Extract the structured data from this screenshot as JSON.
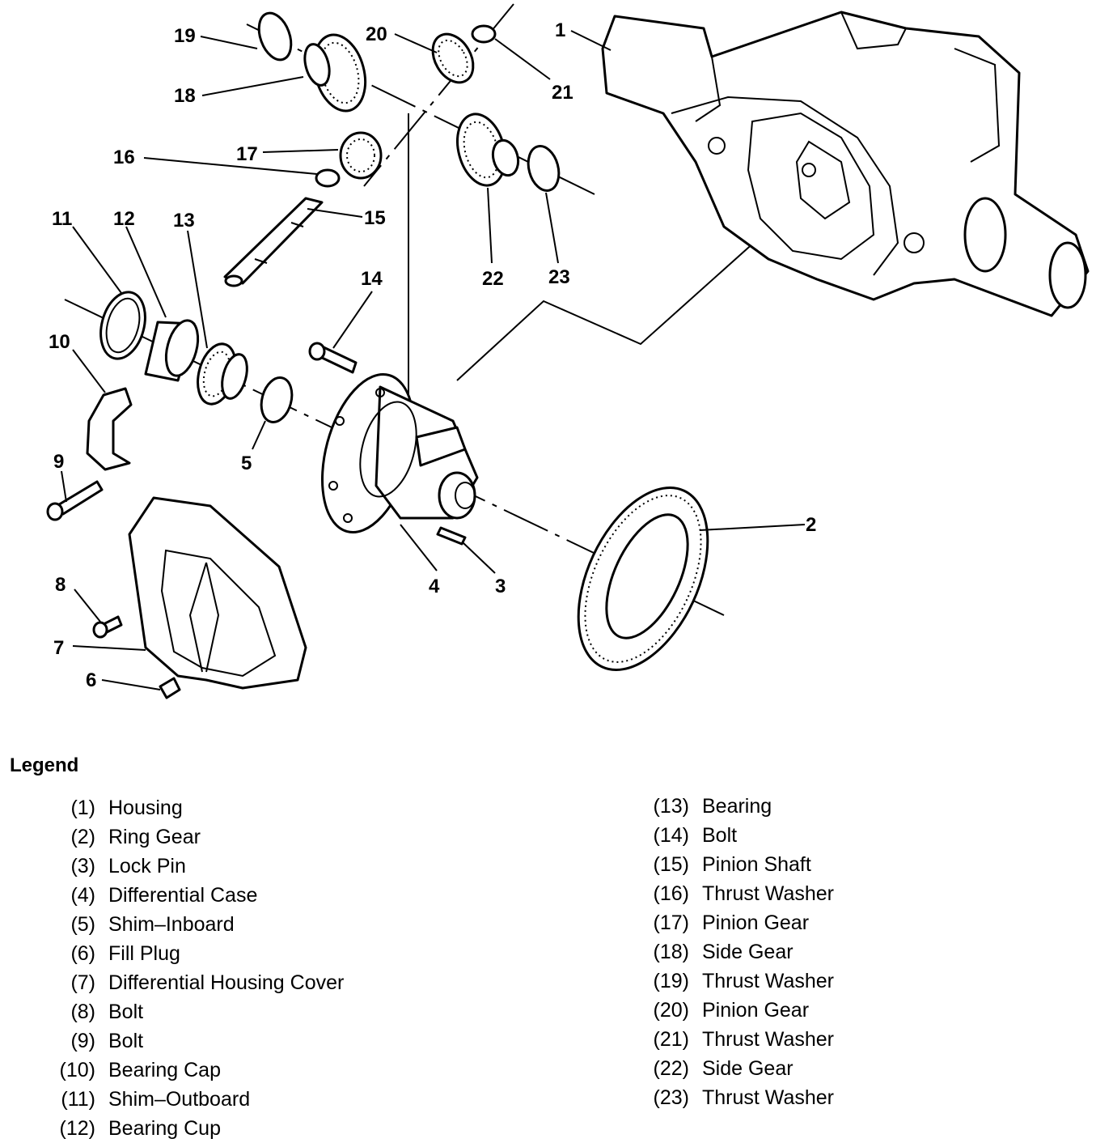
{
  "callouts": {
    "c1": "1",
    "c2": "2",
    "c3": "3",
    "c4": "4",
    "c5": "5",
    "c6": "6",
    "c7": "7",
    "c8": "8",
    "c9": "9",
    "c10": "10",
    "c11": "11",
    "c12": "12",
    "c13": "13",
    "c14": "14",
    "c15": "15",
    "c16": "16",
    "c17": "17",
    "c18": "18",
    "c19": "19",
    "c20": "20",
    "c21": "21",
    "c22": "22",
    "c23": "23"
  },
  "legend": {
    "title": "Legend",
    "left": [
      {
        "num": "(1)",
        "label": "Housing"
      },
      {
        "num": "(2)",
        "label": "Ring Gear"
      },
      {
        "num": "(3)",
        "label": "Lock Pin"
      },
      {
        "num": "(4)",
        "label": "Differential Case"
      },
      {
        "num": "(5)",
        "label": "Shim–Inboard"
      },
      {
        "num": "(6)",
        "label": "Fill Plug"
      },
      {
        "num": "(7)",
        "label": "Differential Housing Cover"
      },
      {
        "num": "(8)",
        "label": "Bolt"
      },
      {
        "num": "(9)",
        "label": "Bolt"
      },
      {
        "num": "(10)",
        "label": "Bearing Cap"
      },
      {
        "num": "(11)",
        "label": "Shim–Outboard"
      },
      {
        "num": "(12)",
        "label": "Bearing Cup"
      }
    ],
    "right": [
      {
        "num": "(13)",
        "label": "Bearing"
      },
      {
        "num": "(14)",
        "label": "Bolt"
      },
      {
        "num": "(15)",
        "label": "Pinion Shaft"
      },
      {
        "num": "(16)",
        "label": "Thrust Washer"
      },
      {
        "num": "(17)",
        "label": "Pinion Gear"
      },
      {
        "num": "(18)",
        "label": "Side Gear"
      },
      {
        "num": "(19)",
        "label": "Thrust Washer"
      },
      {
        "num": "(20)",
        "label": "Pinion Gear"
      },
      {
        "num": "(21)",
        "label": "Thrust Washer"
      },
      {
        "num": "(22)",
        "label": "Side Gear"
      },
      {
        "num": "(23)",
        "label": "Thrust Washer"
      }
    ]
  }
}
